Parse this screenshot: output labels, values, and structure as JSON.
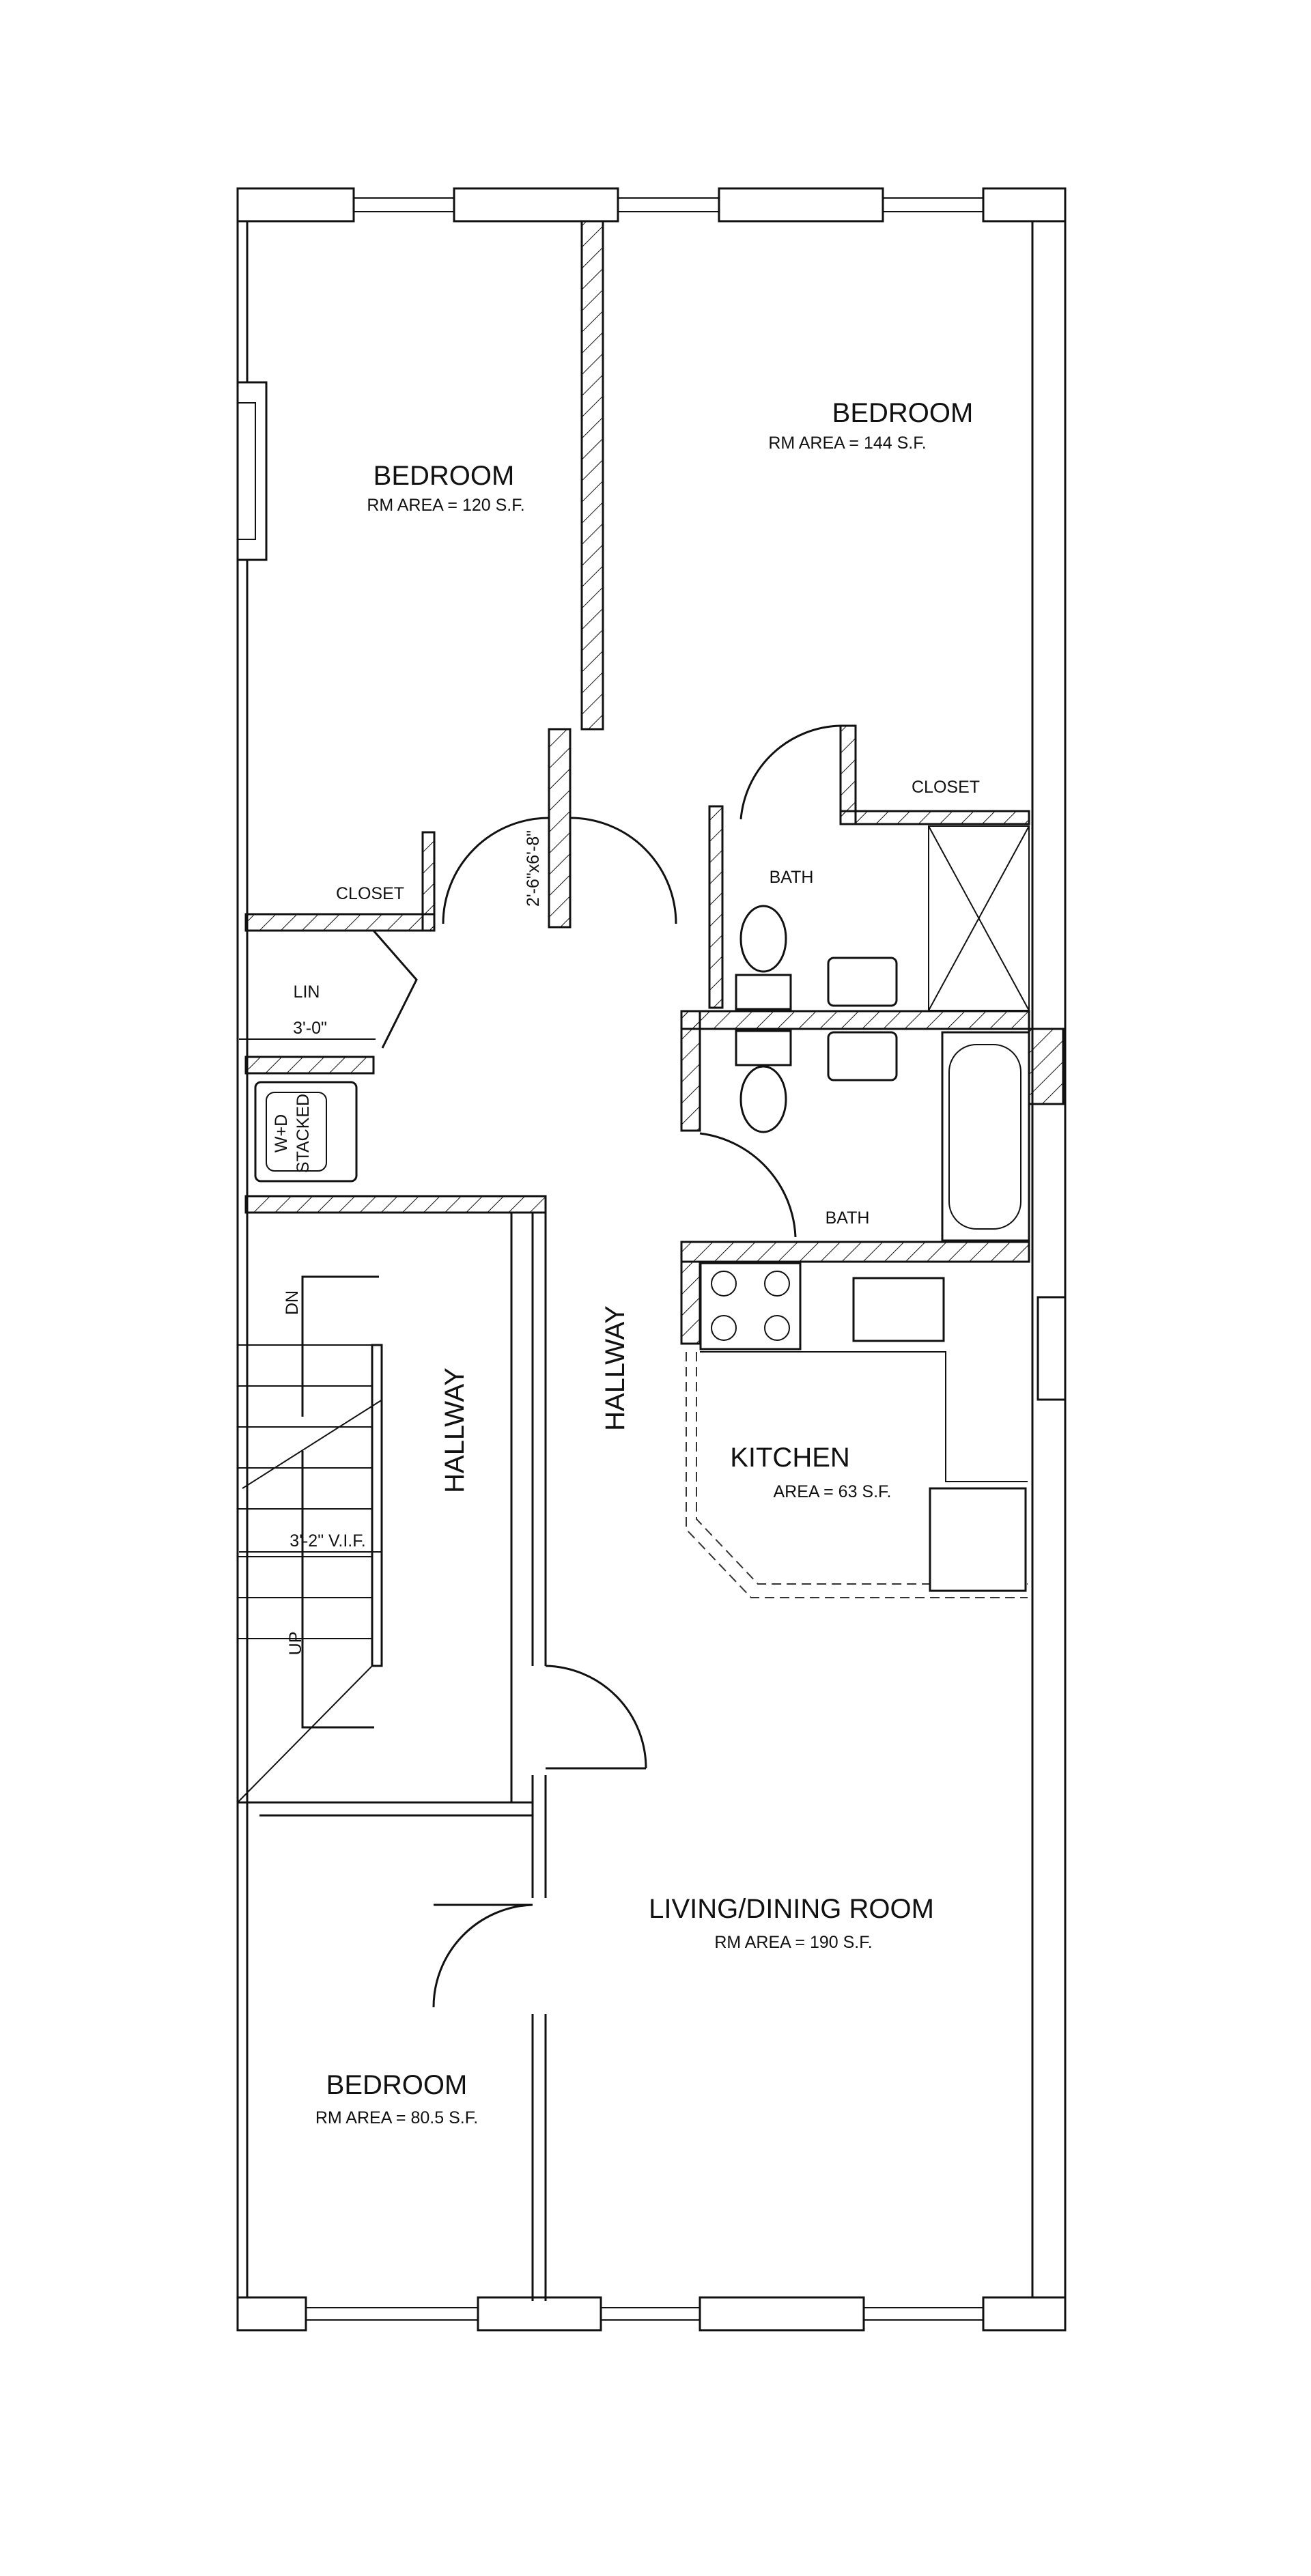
{
  "rooms": {
    "bedroom_nw": {
      "name": "BEDROOM",
      "area": "RM AREA = 120 S.F."
    },
    "bedroom_ne": {
      "name": "BEDROOM",
      "area": "RM AREA = 144 S.F."
    },
    "closet_w": {
      "name": "CLOSET"
    },
    "closet_e": {
      "name": "CLOSET"
    },
    "bath_1": {
      "name": "BATH"
    },
    "bath_2": {
      "name": "BATH"
    },
    "linen": {
      "name": "LIN"
    },
    "hallway_stair": {
      "name": "HALLWAY"
    },
    "hallway_main": {
      "name": "HALLWAY"
    },
    "kitchen": {
      "name": "KITCHEN",
      "area": "AREA = 63 S.F."
    },
    "living": {
      "name": "LIVING/DINING ROOM",
      "area": "RM AREA = 190 S.F."
    },
    "bedroom_s": {
      "name": "BEDROOM",
      "area": "RM AREA = 80.5 S.F."
    }
  },
  "annotations": {
    "door_size": "2'-6\"x6'-8\"",
    "linen_width": "3'-0\"",
    "stair_width": "3'-2\" V.I.F.",
    "stair_down": "DN",
    "stair_up": "UP",
    "washer_dryer_1": "W+D",
    "washer_dryer_2": "STACKED"
  }
}
